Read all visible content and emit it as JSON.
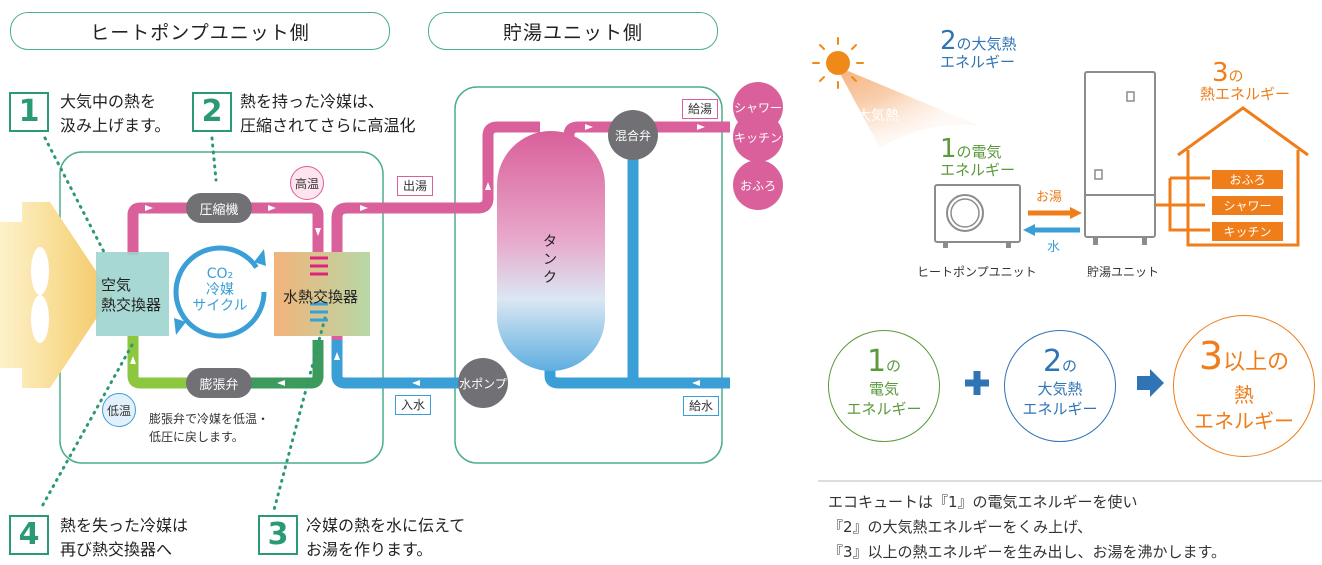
{
  "headers": {
    "heatpump_side": "ヒートポンプユニット側",
    "tank_side": "貯湯ユニット側"
  },
  "steps": [
    {
      "num": "1",
      "line1": "大気中の熱を",
      "line2": "汲み上げます。"
    },
    {
      "num": "2",
      "line1": "熱を持った冷媒は、",
      "line2": "圧縮されてさらに高温化"
    },
    {
      "num": "3",
      "line1": "冷媒の熱を水に伝えて",
      "line2": "お湯を作ります。"
    },
    {
      "num": "4",
      "line1": "熱を失った冷媒は",
      "line2": "再び熱交換器へ"
    }
  ],
  "components": {
    "compressor": "圧縮機",
    "expansion_valve": "膨張弁",
    "air_hx_line1": "空気",
    "air_hx_line2": "熱交換器",
    "water_hx": "水熱交換器",
    "co2_line1": "CO₂",
    "co2_line2": "冷媒",
    "co2_line3": "サイクル",
    "tank_c1": "タ",
    "tank_c2": "ン",
    "tank_c3": "ク",
    "mixing_valve": "混合弁",
    "water_pump": "水ポンプ",
    "high_temp": "高温",
    "low_temp": "低温",
    "expansion_note_line1": "膨張弁で冷媒を低温・",
    "expansion_note_line2": "低圧に戻します。"
  },
  "flow_tags": {
    "hot_out": "出湯",
    "water_in": "入水",
    "hot_supply": "給湯",
    "water_supply": "給水"
  },
  "outlets": [
    "シャワー",
    "キッチン",
    "おふろ"
  ],
  "right_diagram": {
    "atmo_num": "2",
    "atmo_label1": "の大気熱",
    "atmo_label2": "エネルギー",
    "sun_heat": "大気熱",
    "elec_num": "1",
    "elec_label1": "の電気",
    "elec_label2": "エネルギー",
    "hot_water": "お湯",
    "water": "水",
    "heat_pump_unit": "ヒートポンプユニット",
    "storage_unit": "貯湯ユニット",
    "heat_num": "3",
    "heat_label1": "の",
    "heat_label2": "熱エネルギー",
    "house_items": [
      "おふろ",
      "シャワー",
      "キッチン"
    ]
  },
  "equation": {
    "c1_num": "1",
    "c1_suffix": "の",
    "c1_line2": "電気",
    "c1_line3": "エネルギー",
    "c2_num": "2",
    "c2_suffix": "の",
    "c2_line2": "大気熱",
    "c2_line3": "エネルギー",
    "c3_num": "3",
    "c3_suffix": "以上の",
    "c3_line2": "熱",
    "c3_line3": "エネルギー"
  },
  "description": [
    "エコキュートは『1』の電気エネルギーを使い",
    "『2』の大気熱エネルギーをくみ上げ、",
    "『3』以上の熱エネルギーを生み出し、お湯を沸かします。"
  ],
  "colors": {
    "green": "#2a9a73",
    "pink": "#d9609a",
    "blue": "#3a9fd6",
    "orange": "#ef7d1a",
    "gray": "#717175",
    "lime": "#8dc63f"
  }
}
